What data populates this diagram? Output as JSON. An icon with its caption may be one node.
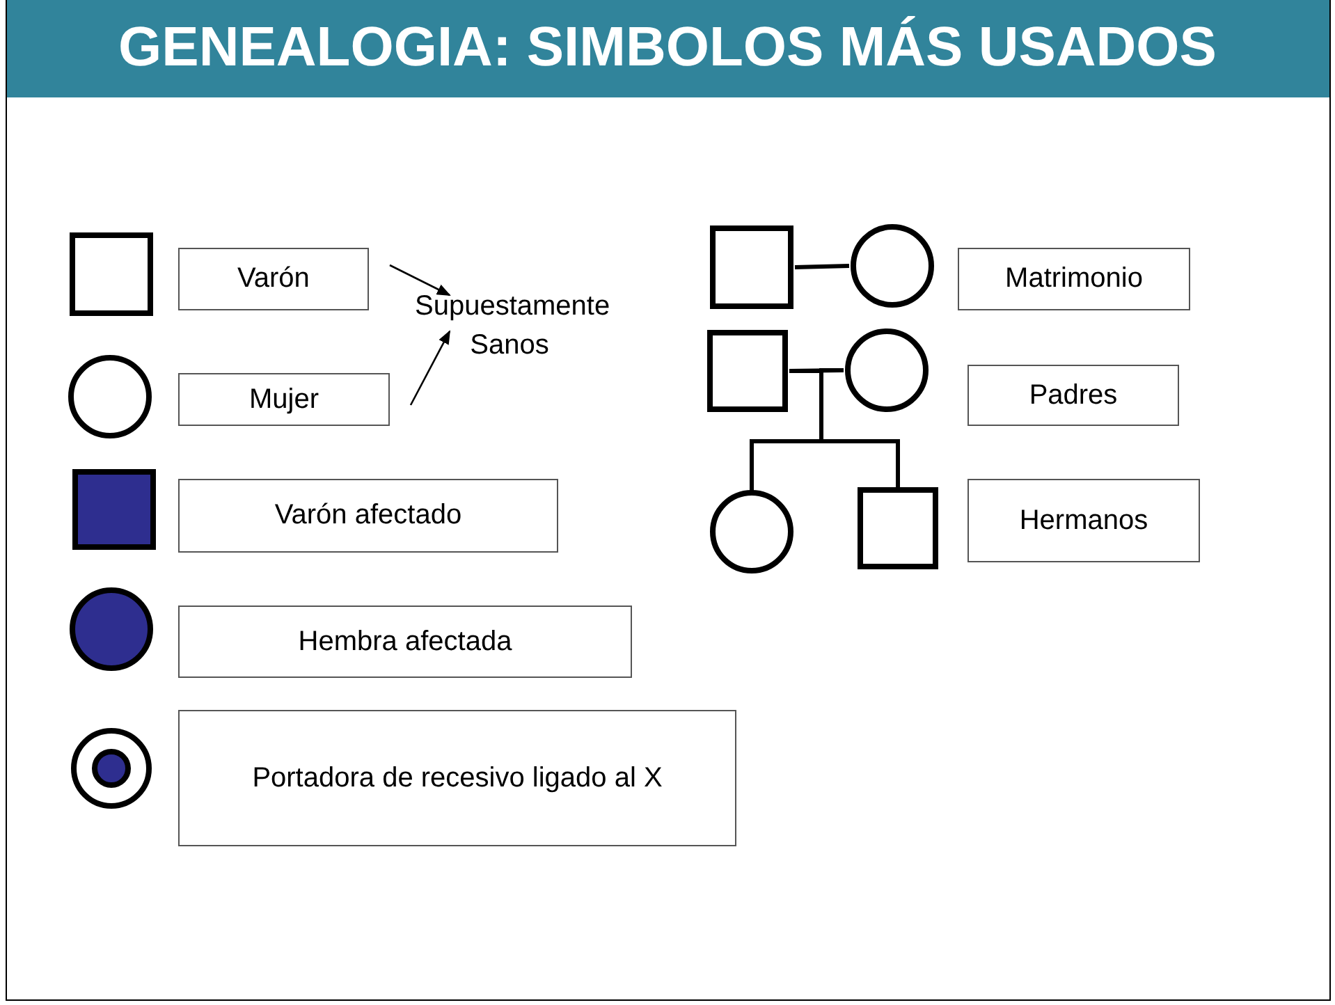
{
  "diagram": {
    "title": "GENEALOGIA: SIMBOLOS MÁS USADOS",
    "nodes": [
      {
        "text": [],
        "shape": "box"
      },
      {
        "text": [
          "Varón"
        ]
      },
      {
        "text": [
          "Supuestamente Sanos"
        ]
      },
      {
        "text": [],
        "shape": "circle"
      },
      {
        "text": [
          "Mujer"
        ]
      },
      {
        "text": [],
        "shape": "box"
      },
      {
        "text": [
          "Varón afectado"
        ]
      },
      {
        "text": [],
        "shape": "circle"
      },
      {
        "text": [
          "Hembra afectada"
        ]
      },
      {
        "text": [],
        "shape": "circle"
      },
      {
        "text": [
          "Portadora de recesivo ligado al X"
        ]
      },
      {
        "text": [],
        "shape": "box"
      },
      {
        "text": [],
        "shape": "circle"
      },
      {
        "text": [
          "Matrimonio"
        ]
      },
      {
        "text": [],
        "shape": "box"
      },
      {
        "text": [],
        "shape": "circle"
      },
      {
        "text": [
          "Padres"
        ]
      },
      {
        "text": [],
        "shape": "circle"
      },
      {
        "text": [],
        "shape": "box"
      },
      {
        "text": [
          "Hermanos"
        ]
      }
    ],
    "edges": [
      {
        "from": 1,
        "to": 2,
        "arrow": "to"
      },
      {
        "from": 4,
        "to": 2,
        "arrow": "to"
      },
      {
        "from": 11,
        "to": 12,
        "arrow": "none"
      },
      {
        "from": 14,
        "to": 15,
        "arrow": "none"
      },
      {
        "from": 14,
        "to": 17,
        "arrow": "none"
      },
      {
        "from": 14,
        "to": 18,
        "arrow": "none"
      },
      {
        "from": 15,
        "to": 17,
        "arrow": "none"
      },
      {
        "from": 15,
        "to": 18,
        "arrow": "none"
      }
    ]
  }
}
